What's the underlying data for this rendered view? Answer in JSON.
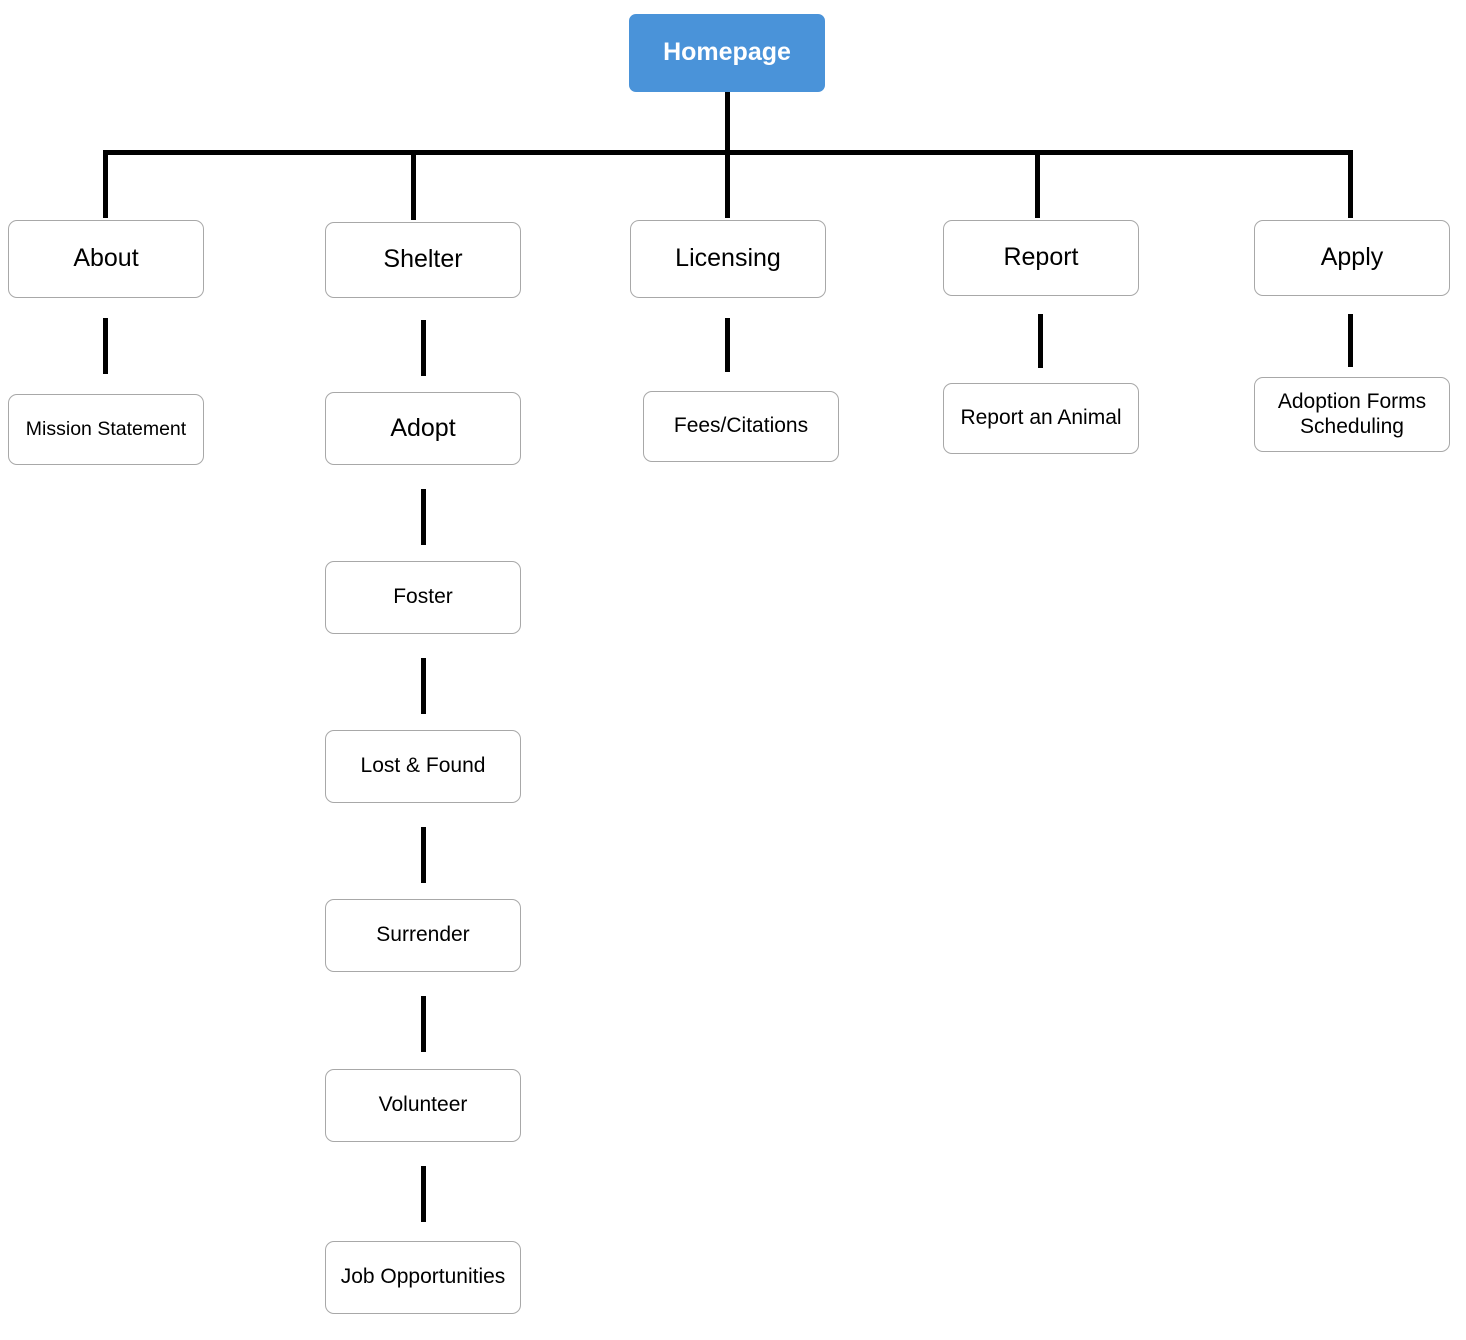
{
  "diagram": {
    "kind": "sitemap-tree",
    "root": {
      "label": "Homepage"
    },
    "branches": [
      {
        "label": "About",
        "children": [
          {
            "label": "Mission Statement"
          }
        ]
      },
      {
        "label": "Shelter",
        "children": [
          {
            "label": "Adopt"
          },
          {
            "label": "Foster"
          },
          {
            "label": "Lost & Found"
          },
          {
            "label": "Surrender"
          },
          {
            "label": "Volunteer"
          },
          {
            "label": "Job Opportunities"
          }
        ]
      },
      {
        "label": "Licensing",
        "children": [
          {
            "label": "Fees/Citations"
          }
        ]
      },
      {
        "label": "Report",
        "children": [
          {
            "label": "Report an Animal"
          }
        ]
      },
      {
        "label": "Apply",
        "children": [
          {
            "label": "Adoption Forms\nScheduling"
          }
        ]
      }
    ]
  },
  "colors": {
    "root_fill": "#4a93d9",
    "root_text": "#ffffff",
    "node_fill": "#ffffff",
    "node_border": "#a8a8a8",
    "node_text": "#000000",
    "connector": "#000000",
    "background": "#ffffff"
  }
}
